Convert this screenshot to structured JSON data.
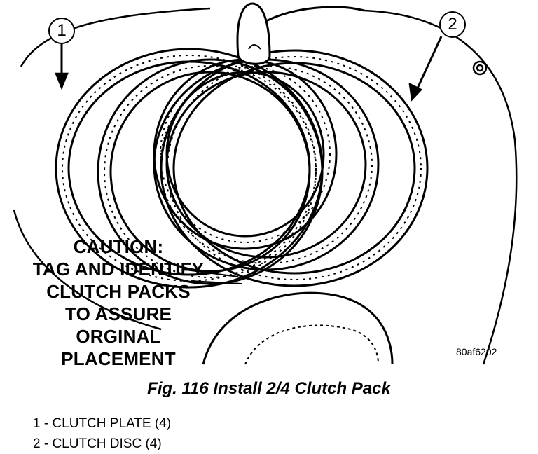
{
  "callouts": [
    "1",
    "2"
  ],
  "caution_lines": [
    "CAUTION:",
    "TAG AND IDENTIFY",
    "CLUTCH PACKS",
    "TO ASSURE",
    "ORGINAL",
    "PLACEMENT"
  ],
  "figure_id": "80af6202",
  "caption": "Fig. 116 Install 2/4 Clutch Pack",
  "legend": [
    "1 - CLUTCH PLATE (4)",
    "2 - CLUTCH DISC (4)"
  ]
}
